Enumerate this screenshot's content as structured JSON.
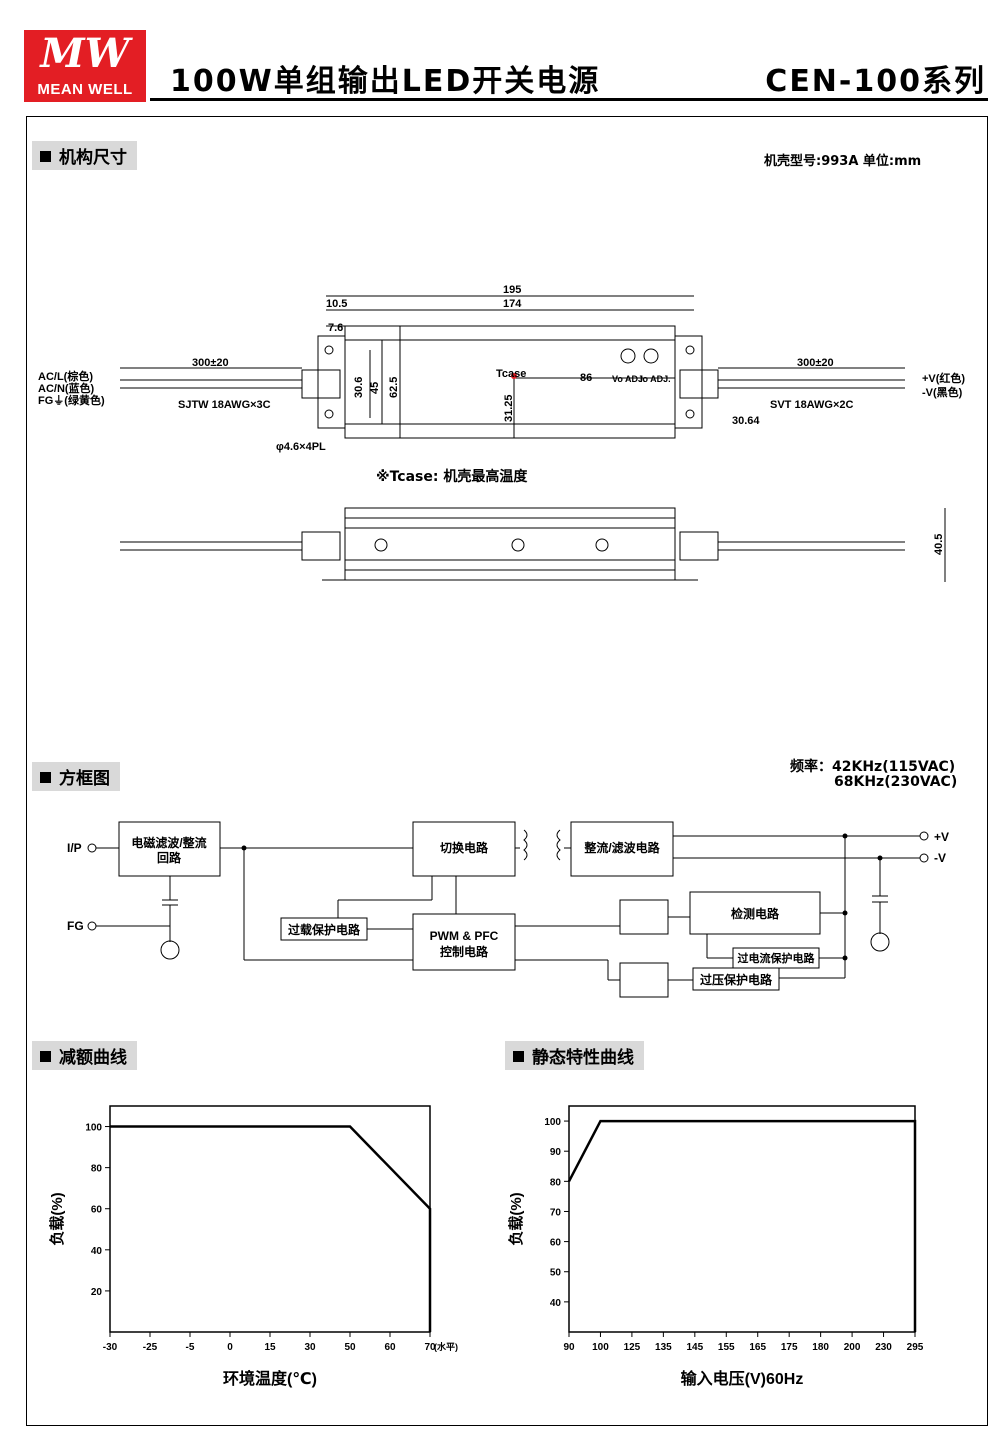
{
  "header": {
    "logo_text": "MEAN WELL",
    "title": "100W单组输出LED开关电源",
    "series": "CEN-100系列"
  },
  "mechanical": {
    "section_label": "机构尺寸",
    "case_info": "机壳型号:993A    单位:mm",
    "dims": {
      "overall": "195",
      "body": "174",
      "d10_5": "10.5",
      "d7_6": "7.6",
      "d30_6": "30.6",
      "d45": "45",
      "d62_5": "62.5",
      "d31_25": "31.25",
      "d86": "86",
      "d30_64": "30.64",
      "d40_5": "40.5",
      "cable_in": "300±20",
      "cable_out": "300±20"
    },
    "labels": {
      "acl": "AC/L(棕色)",
      "acn": "AC/N(蓝色)",
      "fg": "FG⏚(绿黄色)",
      "cable_in_type": "SJTW 18AWG×3C",
      "cable_out_type": "SVT 18AWG×2C",
      "vplus": "+V(红色)",
      "vminus": "-V(黑色)",
      "hole": "φ4.6×4PL",
      "tcase": "Tcase",
      "vo_adj": "Vo ADJ.",
      "io_adj": "Io ADJ."
    },
    "tcase_note": "※Tcase: 机壳最高温度"
  },
  "block": {
    "section_label": "方框图",
    "freq_line1": "频率：42KHz(115VAC)",
    "freq_line2": "68KHz(230VAC)",
    "ip": "I/P",
    "fg": "FG",
    "vplus": "+V",
    "vminus": "-V",
    "emi": "电磁滤波/整流",
    "emi2": "回路",
    "switch": "切换电路",
    "rect": "整流/滤波电路",
    "olp": "过载保护电路",
    "pwm1": "PWM & PFC",
    "pwm2": "控制电路",
    "detect": "检测电路",
    "ocp": "过电流保护电路",
    "ovp": "过压保护电路"
  },
  "charts": {
    "derating_label": "减额曲线",
    "static_label": "静态特性曲线"
  },
  "chart_data": [
    {
      "type": "line",
      "title": "",
      "xlabel": "环境温度(℃)",
      "ylabel": "负载(%)",
      "x_note": "(水平)",
      "x_ticks": [
        "-30",
        "-25",
        "-5",
        "0",
        "15",
        "30",
        "50",
        "60",
        "70"
      ],
      "y_ticks": [
        "20",
        "40",
        "60",
        "80",
        "100"
      ],
      "ylim": [
        0,
        110
      ],
      "series": [
        {
          "x": [
            "-30",
            "50",
            "70",
            "70"
          ],
          "y": [
            100,
            100,
            60,
            0
          ]
        }
      ]
    },
    {
      "type": "line",
      "title": "",
      "xlabel": "输入电压(V)60Hz",
      "ylabel": "负载(%)",
      "x_ticks": [
        "90",
        "100",
        "125",
        "135",
        "145",
        "155",
        "165",
        "175",
        "180",
        "200",
        "230",
        "295"
      ],
      "y_ticks": [
        "40",
        "50",
        "60",
        "70",
        "80",
        "90",
        "100"
      ],
      "ylim": [
        30,
        105
      ],
      "series": [
        {
          "x": [
            "90",
            "100",
            "295",
            "295"
          ],
          "y": [
            80,
            100,
            100,
            30
          ]
        }
      ]
    }
  ]
}
